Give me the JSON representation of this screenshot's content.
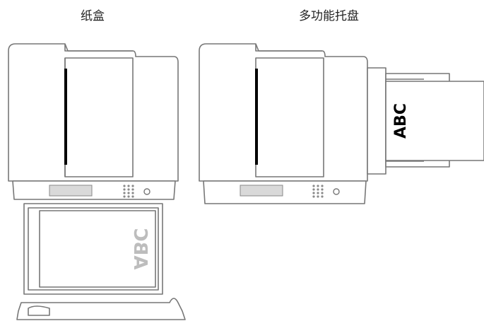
{
  "labels": {
    "paper_drawer": "纸盒",
    "multipurpose_tray": "多功能托盘"
  },
  "paper_marks": {
    "drawer_text": "ABC",
    "tray_text": "ABC"
  },
  "colors": {
    "outline": "#777777",
    "fill": "#ffffff",
    "panel": "#d9d9d9",
    "black": "#000000",
    "ghost_text": "#bdbdbd"
  }
}
